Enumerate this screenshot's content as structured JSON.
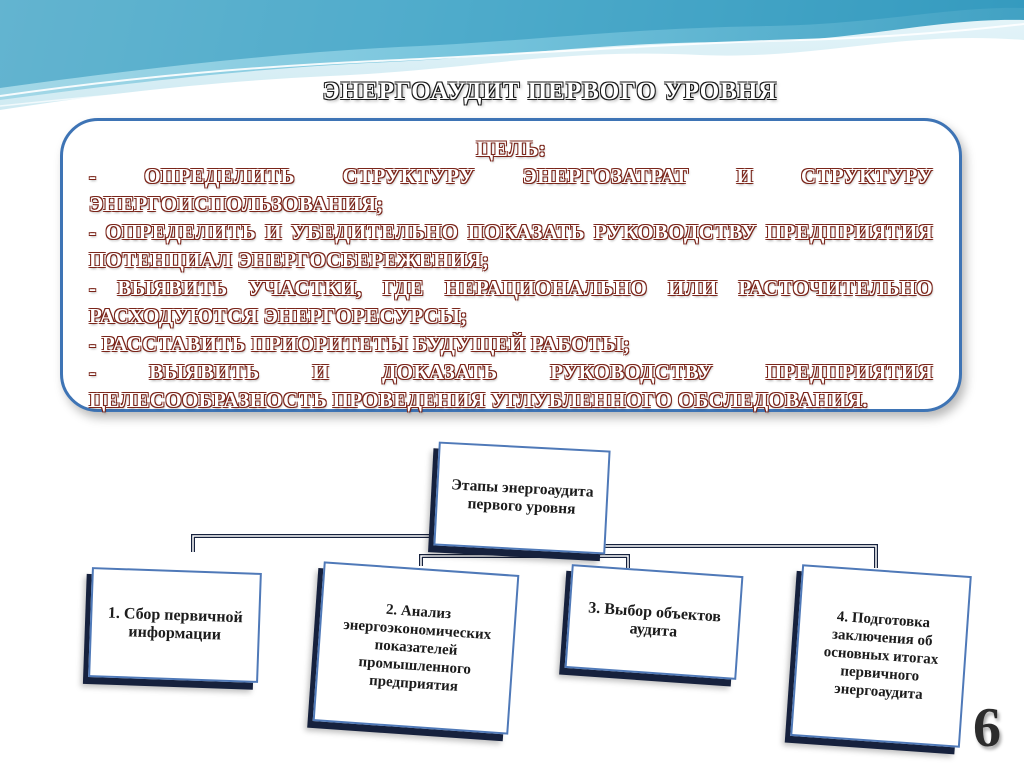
{
  "slide": {
    "title": "ЭНЕРГОАУДИТ  ПЕРВОГО УРОВНЯ",
    "page_number": "6"
  },
  "goal": {
    "heading": "ЦЕЛЬ:",
    "items": [
      "- ОПРЕДЕЛИТЬ СТРУКТУРУ ЭНЕРГОЗАТРАТ И СТРУКТУРУ ЭНЕРГОИСПОЛЬЗОВАНИЯ;",
      "- ОПРЕДЕЛИТЬ И УБЕДИТЕЛЬНО ПОКАЗАТЬ РУКОВОДСТВУ ПРЕДПРИЯТИЯ ПОТЕНЦИАЛ ЭНЕРГОСБЕРЕЖЕНИЯ;",
      "- ВЫЯВИТЬ УЧАСТКИ, ГДЕ НЕРАЦИОНАЛЬНО ИЛИ РАСТОЧИТЕЛЬНО РАСХОДУЮТСЯ ЭНЕРГОРЕСУРСЫ;",
      "- РАССТАВИТЬ ПРИОРИТЕТЫ БУДУЩЕЙ РАБОТЫ;",
      "- ВЫЯВИТЬ И ДОКАЗАТЬ РУКОВОДСТВУ ПРЕДПРИЯТИЯ ЦЕЛЕСООБРАЗНОСТЬ ПРОВЕДЕНИЯ УГЛУБЛЕННОГО ОБСЛЕДОВАНИЯ."
    ]
  },
  "diagram": {
    "root": "Этапы энергоаудита первого уровня",
    "stages": [
      "1. Сбор первичной информации",
      "2. Анализ энергоэкономических показателей промышленного предприятия",
      "3. Выбор объектов аудита",
      "4. Подготовка заключения об основных итогах первичного энергоаудита"
    ]
  },
  "colors": {
    "wave_light": "#bfe3ee",
    "wave_mid": "#74c4dc",
    "wave_dark": "#2a8fb4",
    "frame_border": "#3e74b5",
    "text_outline": "#7a2419",
    "box_border": "#4f79b8",
    "box_shadow": "#16213d"
  }
}
